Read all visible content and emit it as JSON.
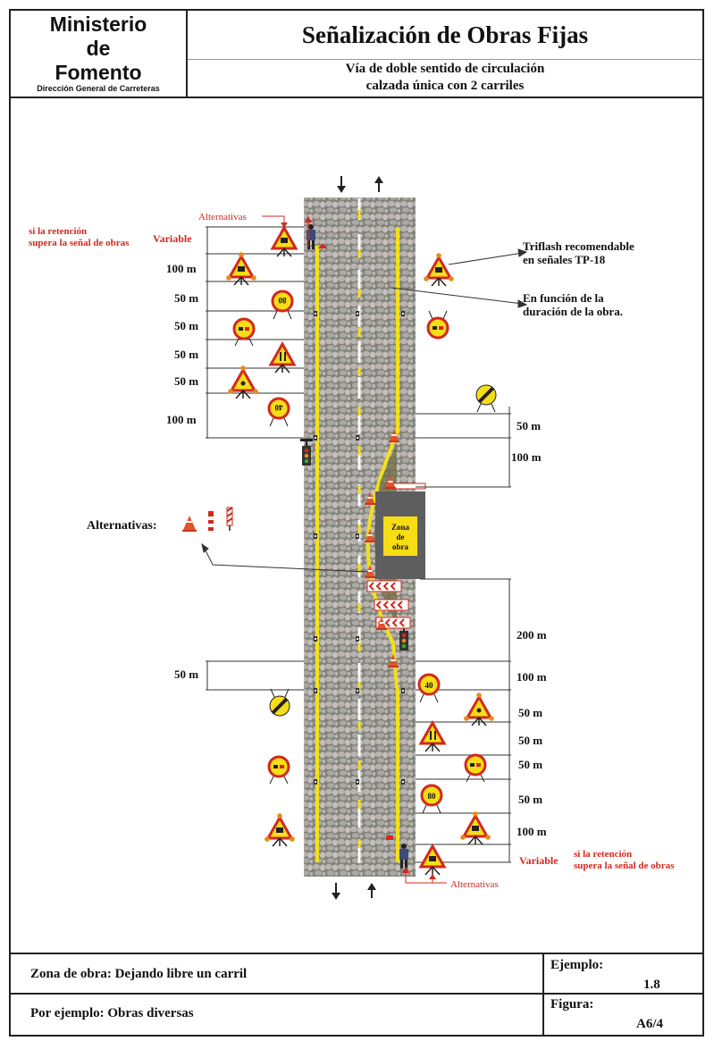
{
  "header": {
    "ministry_line1": "Ministerio",
    "ministry_line2": "de",
    "ministry_line3": "Fomento",
    "ministry_line4": "Dirección General de Carreteras",
    "title": "Señalización de Obras Fijas",
    "subtitle_line1": "Vía de doble sentido de circulación",
    "subtitle_line2": "calzada única con 2 carriles"
  },
  "diagram": {
    "alternatives_top": "Alternativas",
    "alternatives_bottom": "Alternativas",
    "alternatives_left": "Alternativas:",
    "retention_note_line1": "si la retención",
    "retention_note_line2": "supera la señal de obras",
    "variable": "Variable",
    "triflash_line1": "Triflash recomendable",
    "triflash_line2": "en señales TP-18",
    "duration_line1": "En función de la",
    "duration_line2": "duración de la obra.",
    "zone_line1": "Zona",
    "zone_line2": "de",
    "zone_line3": "obra",
    "left_distances": [
      "100 m",
      "50 m",
      "50 m",
      "50 m",
      "50 m",
      "100 m"
    ],
    "left_bottom_distance": "50 m",
    "right_distances": [
      "50 m",
      "100 m",
      "200 m",
      "100 m",
      "50 m",
      "50 m",
      "50 m",
      "50 m",
      "100 m"
    ],
    "sign_40": "40",
    "sign_80": "80",
    "sign_40_rot": "40",
    "sign_80_rot": "80"
  },
  "footer": {
    "zone_text": "Zona de obra: Dejando libre un carril",
    "example_text": "Por ejemplo: Obras diversas",
    "ejemplo_label": "Ejemplo:",
    "ejemplo_value": "1.8",
    "figura_label": "Figura:",
    "figura_value": "A6/4"
  },
  "colors": {
    "accent_red": "#d1291e",
    "sign_yellow": "#f7dd16",
    "line_yellow": "#f3e01a",
    "road_gray": "#9ea096"
  }
}
